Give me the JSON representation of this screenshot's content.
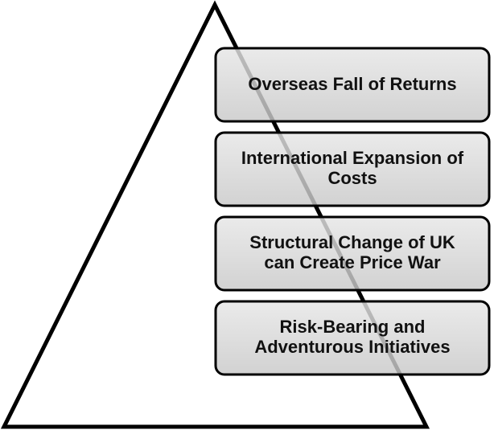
{
  "diagram": {
    "boxes": [
      {
        "lines": [
          "Overseas Fall of Returns"
        ]
      },
      {
        "lines": [
          "International Expansion of",
          "Costs"
        ]
      },
      {
        "lines": [
          "Structural Change of UK",
          "can Create Price War"
        ]
      },
      {
        "lines": [
          "Risk-Bearing and",
          "Adventurous Initiatives"
        ]
      }
    ]
  },
  "colors": {
    "triangle_stroke": "#000000",
    "triangle_fill": "#ffffff",
    "box_gradient_top": "#e6e6e6",
    "box_gradient_bottom": "#c8c8c8",
    "box_stroke": "#000000",
    "text": "#111111"
  }
}
